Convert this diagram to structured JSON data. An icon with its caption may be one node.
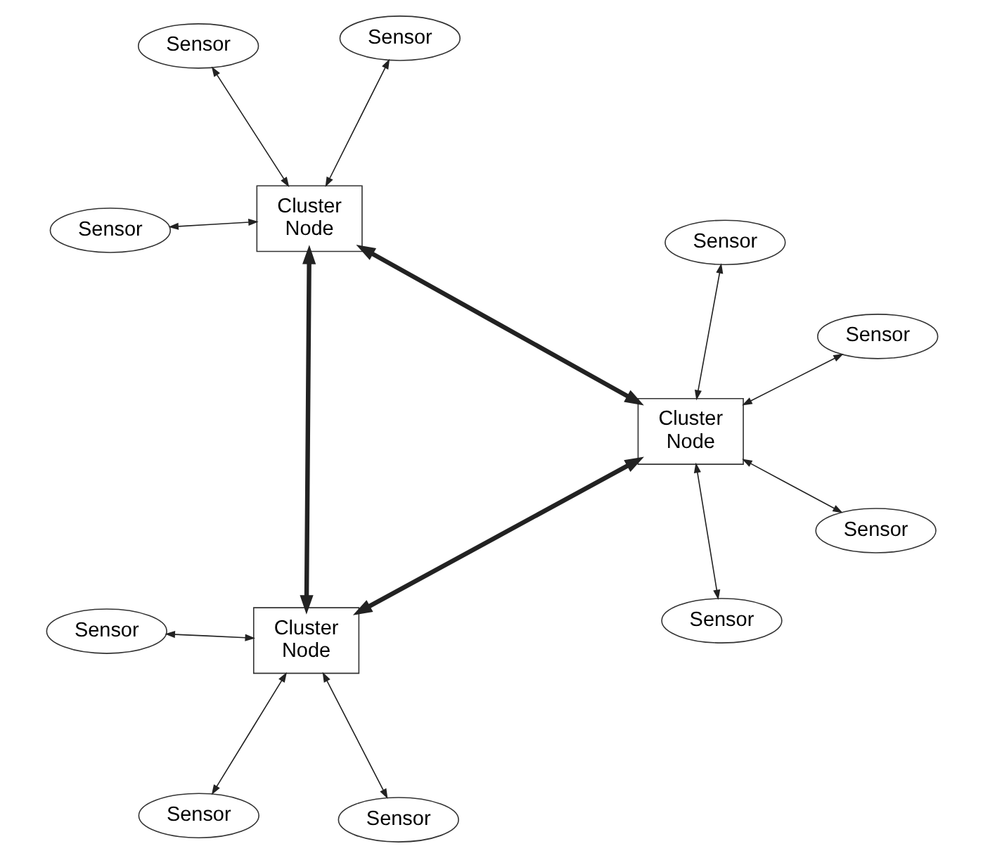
{
  "diagram": {
    "nodes": [
      {
        "text": [
          "Sensor"
        ]
      },
      {
        "text": [
          "Sensor"
        ]
      },
      {
        "text": [
          "Cluster Node"
        ]
      },
      {
        "text": [
          "Sensor"
        ]
      },
      {
        "text": [
          "Sensor"
        ]
      },
      {
        "text": [
          "Sensor"
        ]
      },
      {
        "text": [
          "Cluster Node"
        ]
      },
      {
        "text": [
          "Sensor"
        ]
      },
      {
        "text": [
          "Sensor"
        ]
      },
      {
        "text": [
          "Sensor"
        ]
      },
      {
        "text": [
          "Cluster Node"
        ]
      },
      {
        "text": [
          "Sensor"
        ]
      },
      {
        "text": [
          "Sensor"
        ]
      }
    ],
    "edges": [
      {
        "from": 0,
        "to": 2,
        "arrow": "both"
      },
      {
        "from": 1,
        "to": 2,
        "arrow": "both"
      },
      {
        "from": 3,
        "to": 2,
        "arrow": "both"
      },
      {
        "from": 2,
        "to": 6,
        "arrow": "both",
        "style": "thick"
      },
      {
        "from": 2,
        "to": 10,
        "arrow": "both",
        "style": "thick"
      },
      {
        "from": 4,
        "to": 6,
        "arrow": "both"
      },
      {
        "from": 5,
        "to": 6,
        "arrow": "both"
      },
      {
        "from": 9,
        "to": 6,
        "arrow": "both"
      },
      {
        "from": 6,
        "to": 10,
        "arrow": "both",
        "style": "thick"
      },
      {
        "from": 7,
        "to": 10,
        "arrow": "both"
      },
      {
        "from": 8,
        "to": 10,
        "arrow": "both"
      },
      {
        "from": 11,
        "to": 10,
        "arrow": "both"
      },
      {
        "from": 12,
        "to": 10,
        "arrow": "both"
      }
    ]
  }
}
